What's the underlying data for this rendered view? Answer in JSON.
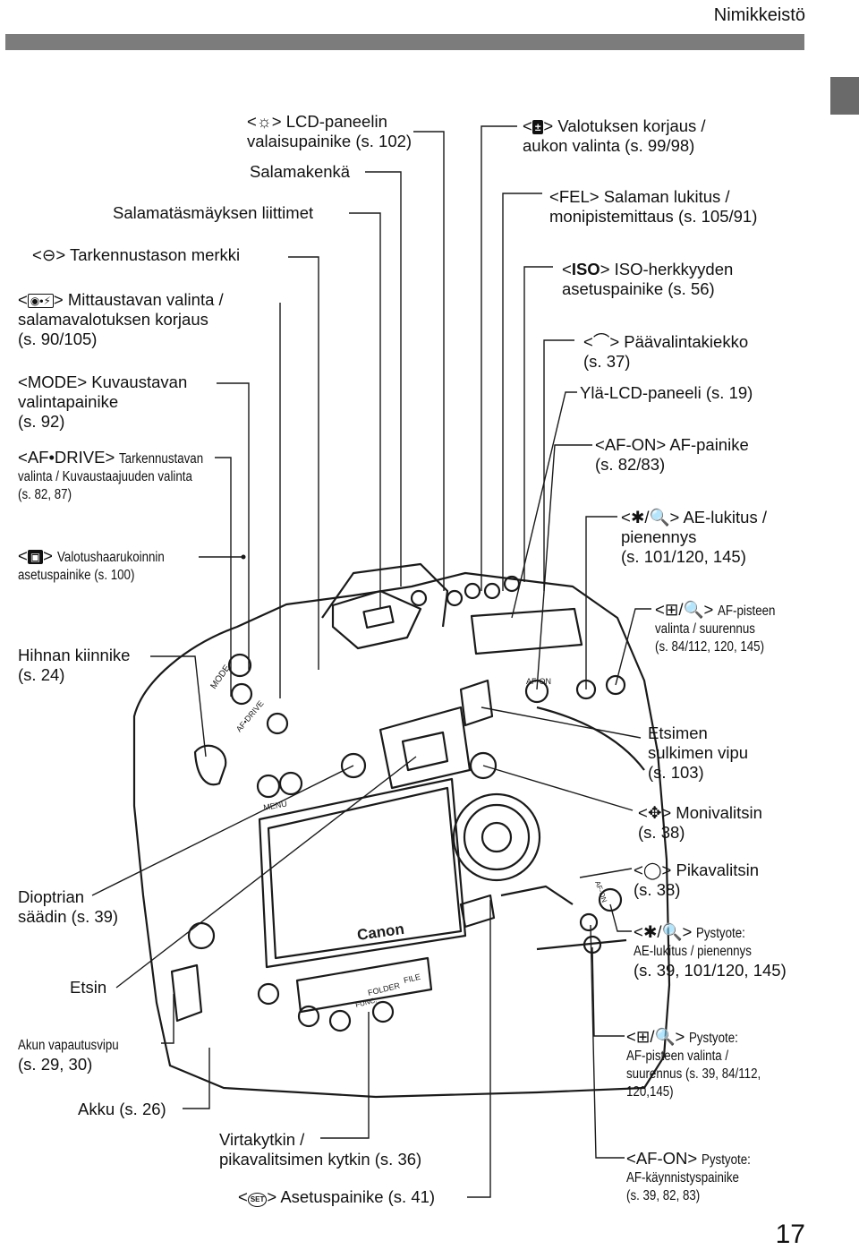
{
  "header": {
    "section": "Nimikkeistö"
  },
  "page_number": "17",
  "brand": {
    "camera_logo": "Canon"
  },
  "body_markings": {
    "mode": "MODE",
    "afdrive": "AF•DRIVE",
    "menu": "MENU",
    "folder": "FOLDER",
    "file": "FILE",
    "func": "FUNC.",
    "afon": "AF-ON",
    "afon_vertical": "AF-ON"
  },
  "left_labels": [
    {
      "icon": "☼",
      "text": "LCD-paneelin",
      "text2": "valaisupainike (s. 102)"
    },
    {
      "text": "Salamakenkä"
    },
    {
      "text": "Salamatäsmäyksen liittimet"
    },
    {
      "icon": "⊖",
      "text": "Tarkennustason merkki"
    },
    {
      "icon": "◉•⚡",
      "text": "Mittaustavan valinta /",
      "text2": "salamavalotuksen korjaus",
      "text3": "(s. 90/105)"
    },
    {
      "icon": "MODE",
      "text": "Kuvaustavan",
      "text2": "valintapainike",
      "text3": "(s. 92)"
    },
    {
      "icon": "AF•DRIVE",
      "text": "Tarkennustavan",
      "text2": "valinta / Kuvaustaajuuden valinta",
      "text3": "(s. 82, 87)"
    },
    {
      "icon": "▣",
      "text": "Valotushaarukoinnin",
      "text2": "asetuspainike (s. 100)"
    },
    {
      "text": "Hihnan kiinnike",
      "text2": "(s. 24)"
    },
    {
      "text": "Dioptrian",
      "text2": "säädin (s. 39)"
    },
    {
      "text": "Etsin"
    },
    {
      "text": "Akun vapautusvipu",
      "text2": "(s. 29, 30)"
    },
    {
      "text": "Akku (s. 26)"
    },
    {
      "text": "Virtakytkin /",
      "text2": "pikavalitsimen kytkin (s. 36)"
    },
    {
      "icon": "SET",
      "text": "Asetuspainike (s. 41)"
    }
  ],
  "right_labels": [
    {
      "icon": "±",
      "text": "Valotuksen korjaus /",
      "text2": "aukon valinta (s. 99/98)"
    },
    {
      "icon": "FEL",
      "text": "Salaman lukitus /",
      "text2": "monipistemittaus (s. 105/91)"
    },
    {
      "icon": "ISO",
      "text": "ISO-herkkyyden",
      "text2": "asetuspainike (s. 56)"
    },
    {
      "icon": "⌒",
      "text": "Päävalintakiekko",
      "text2": "(s. 37)"
    },
    {
      "text": "Ylä-LCD-paneeli (s. 19)"
    },
    {
      "icon": "AF-ON",
      "text": "AF-painike",
      "text2": "(s. 82/83)"
    },
    {
      "icon": "✱/🔍",
      "text": "AE-lukitus /",
      "text2": "pienennys",
      "text3": "(s. 101/120, 145)"
    },
    {
      "icon": "⊞/🔍",
      "text": "AF-pisteen",
      "text2": "valinta / suurennus",
      "text3": "(s. 84/112, 120, 145)"
    },
    {
      "text": "Etsimen",
      "text2": "sulkimen vipu",
      "text3": "(s. 103)"
    },
    {
      "icon": "✥",
      "text": "Monivalitsin",
      "text2": "(s. 38)"
    },
    {
      "icon": "◯",
      "text": "Pikavalitsin",
      "text2": "(s. 38)"
    },
    {
      "icon": "✱/🔍",
      "text": "Pystyote:",
      "text2": "AE-lukitus / pienennys",
      "text3": "(s. 39, 101/120, 145)"
    },
    {
      "icon": "⊞/🔍",
      "text": "Pystyote:",
      "text2": "AF-pisteen valinta /",
      "text3": "suurennus (s. 39, 84/112,",
      "text4": "120,145)"
    },
    {
      "icon": "AF-ON",
      "text": "Pystyote:",
      "text2": "AF-käynnistyspainike",
      "text3": "(s. 39, 82, 83)"
    }
  ]
}
